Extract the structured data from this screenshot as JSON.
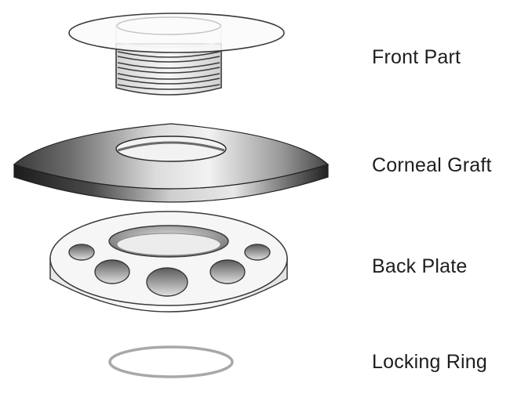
{
  "labels": {
    "front_part": "Front Part",
    "corneal_graft": "Corneal Graft",
    "back_plate": "Back Plate",
    "locking_ring": "Locking Ring"
  },
  "colors": {
    "outline": "#3a3a3a",
    "graft_dark": "#2b2b2b",
    "graft_light": "#e6e6e6",
    "plate_fill": "#f4f4f4",
    "ring": "#a8a8a8"
  }
}
